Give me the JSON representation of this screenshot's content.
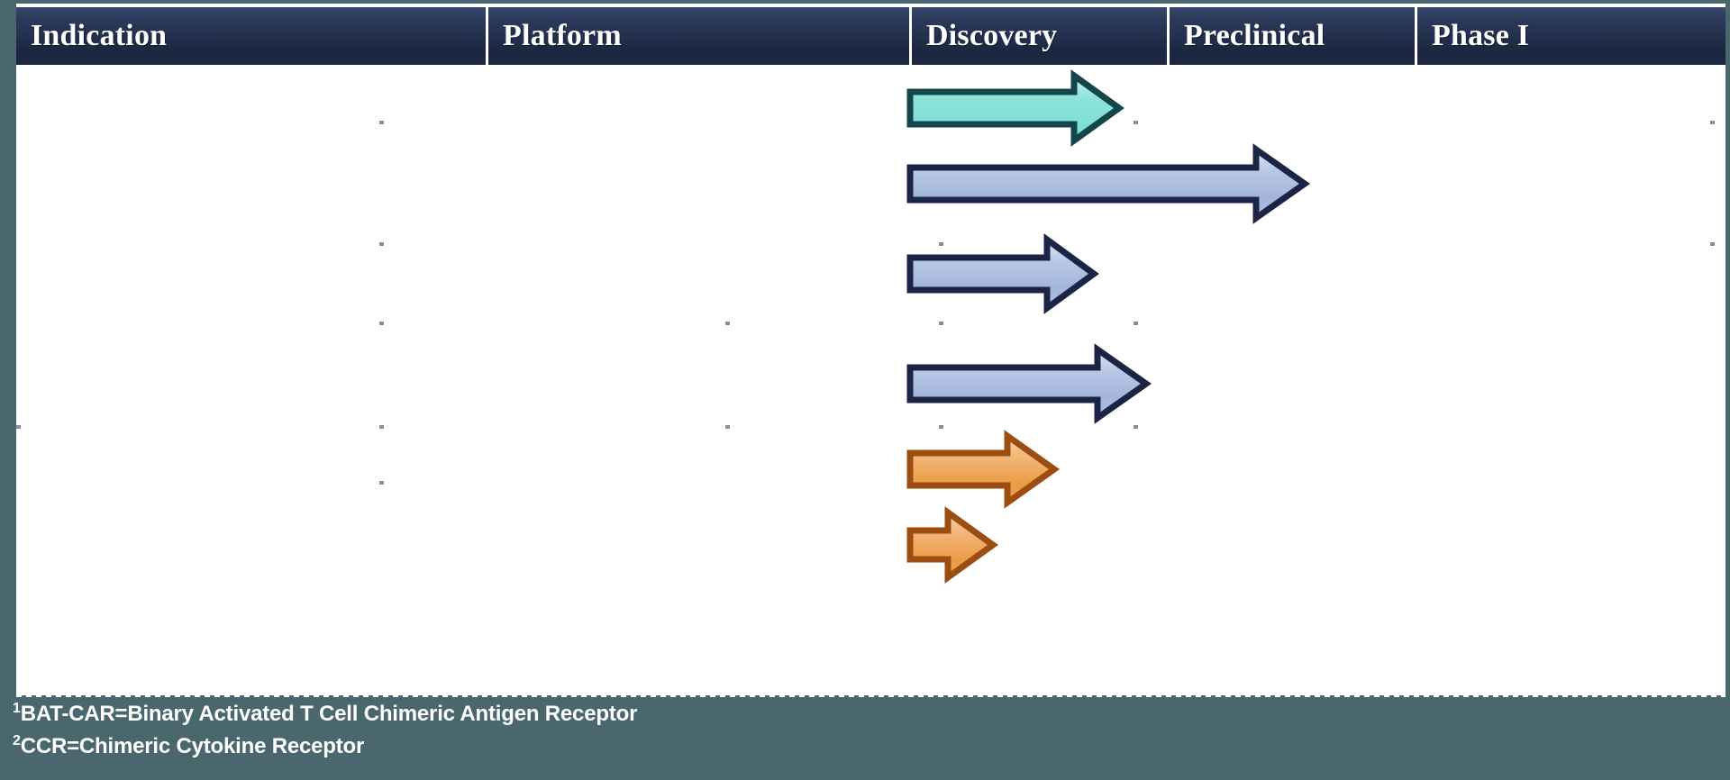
{
  "table": {
    "columns": [
      {
        "key": "indication",
        "label": "Indication"
      },
      {
        "key": "platform",
        "label": "Platform"
      },
      {
        "key": "discovery",
        "label": "Discovery"
      },
      {
        "key": "preclinical",
        "label": "Preclinical"
      },
      {
        "key": "phase1",
        "label": "Phase I"
      }
    ],
    "rows": [
      {
        "indication": "",
        "platform": "",
        "stage_bar": "row-1-teal-arrow"
      },
      {
        "indication": "",
        "platform": "",
        "stage_bar": "row-2-blue-arrow"
      },
      {
        "indication": "",
        "platform": "",
        "stage_bar": "row-3-blue-arrow"
      },
      {
        "indication": "",
        "platform": "",
        "stage_bar": "row-4-blue-arrow"
      },
      {
        "indication": "",
        "platform": "",
        "stage_bar": "row-5-orange-arrow"
      },
      {
        "indication": "",
        "platform": "",
        "stage_bar": "row-6-orange-arrow"
      }
    ]
  },
  "progress_arrows": [
    {
      "id": "row-1-teal-arrow",
      "color_name": "teal",
      "fill_light": "#b6efe9",
      "fill_dark": "#7fe0d6",
      "stroke": "#12464a",
      "start_stage": "Discovery",
      "end_stage": "Discovery"
    },
    {
      "id": "row-2-blue-arrow",
      "color_name": "blue",
      "fill_light": "#d3ddf2",
      "fill_dark": "#9fb4dc",
      "stroke": "#1b2444",
      "start_stage": "Discovery",
      "end_stage": "Preclinical"
    },
    {
      "id": "row-3-blue-arrow",
      "color_name": "blue",
      "fill_light": "#d3ddf2",
      "fill_dark": "#9fb4dc",
      "stroke": "#1b2444",
      "start_stage": "Discovery",
      "end_stage": "Discovery"
    },
    {
      "id": "row-4-blue-arrow",
      "color_name": "blue",
      "fill_light": "#d3ddf2",
      "fill_dark": "#9fb4dc",
      "stroke": "#1b2444",
      "start_stage": "Discovery",
      "end_stage": "Discovery"
    },
    {
      "id": "row-5-orange-arrow",
      "color_name": "orange",
      "fill_light": "#f6c183",
      "fill_dark": "#e8942f",
      "stroke": "#9c4d11",
      "start_stage": "Discovery",
      "end_stage": "Discovery"
    },
    {
      "id": "row-6-orange-arrow",
      "color_name": "orange",
      "fill_light": "#f6c183",
      "fill_dark": "#e8942f",
      "stroke": "#9c4d11",
      "start_stage": "Discovery",
      "end_stage": "Discovery"
    }
  ],
  "footnotes": {
    "note1_marker": "1",
    "note1_text": "BAT-CAR=Binary Activated T Cell Chimeric Antigen Receptor",
    "note2_marker": "2",
    "note2_text": "CCR=Chimeric Cytokine Receptor"
  },
  "colors": {
    "page_background": "#4a676d",
    "header_navy_top": "#36486b",
    "header_navy_bottom": "#1b2640",
    "table_background": "#ffffff",
    "header_text": "#ffffff",
    "footnote_text": "#ffffff"
  }
}
